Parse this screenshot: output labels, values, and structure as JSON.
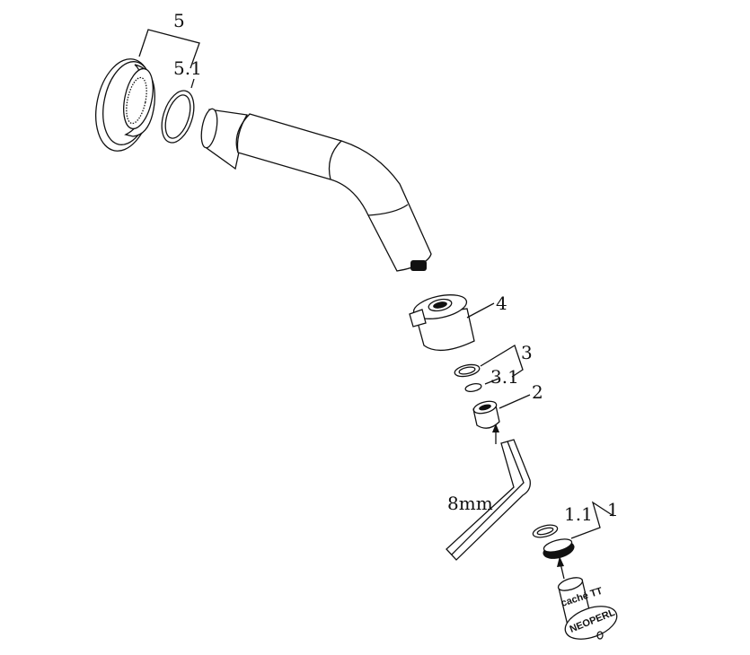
{
  "diagram": {
    "labels": {
      "part_5": "5",
      "part_5_1": "5.1",
      "part_4": "4",
      "part_3": "3",
      "part_3_1": "3.1",
      "part_2": "2",
      "hex_key_size": "8mm",
      "part_1_1": "1.1",
      "part_1": "1"
    },
    "key_logo": {
      "brand": "NEOPERL",
      "marking": "caché TT"
    },
    "colors": {
      "line": "#111111",
      "background": "#ffffff"
    }
  }
}
